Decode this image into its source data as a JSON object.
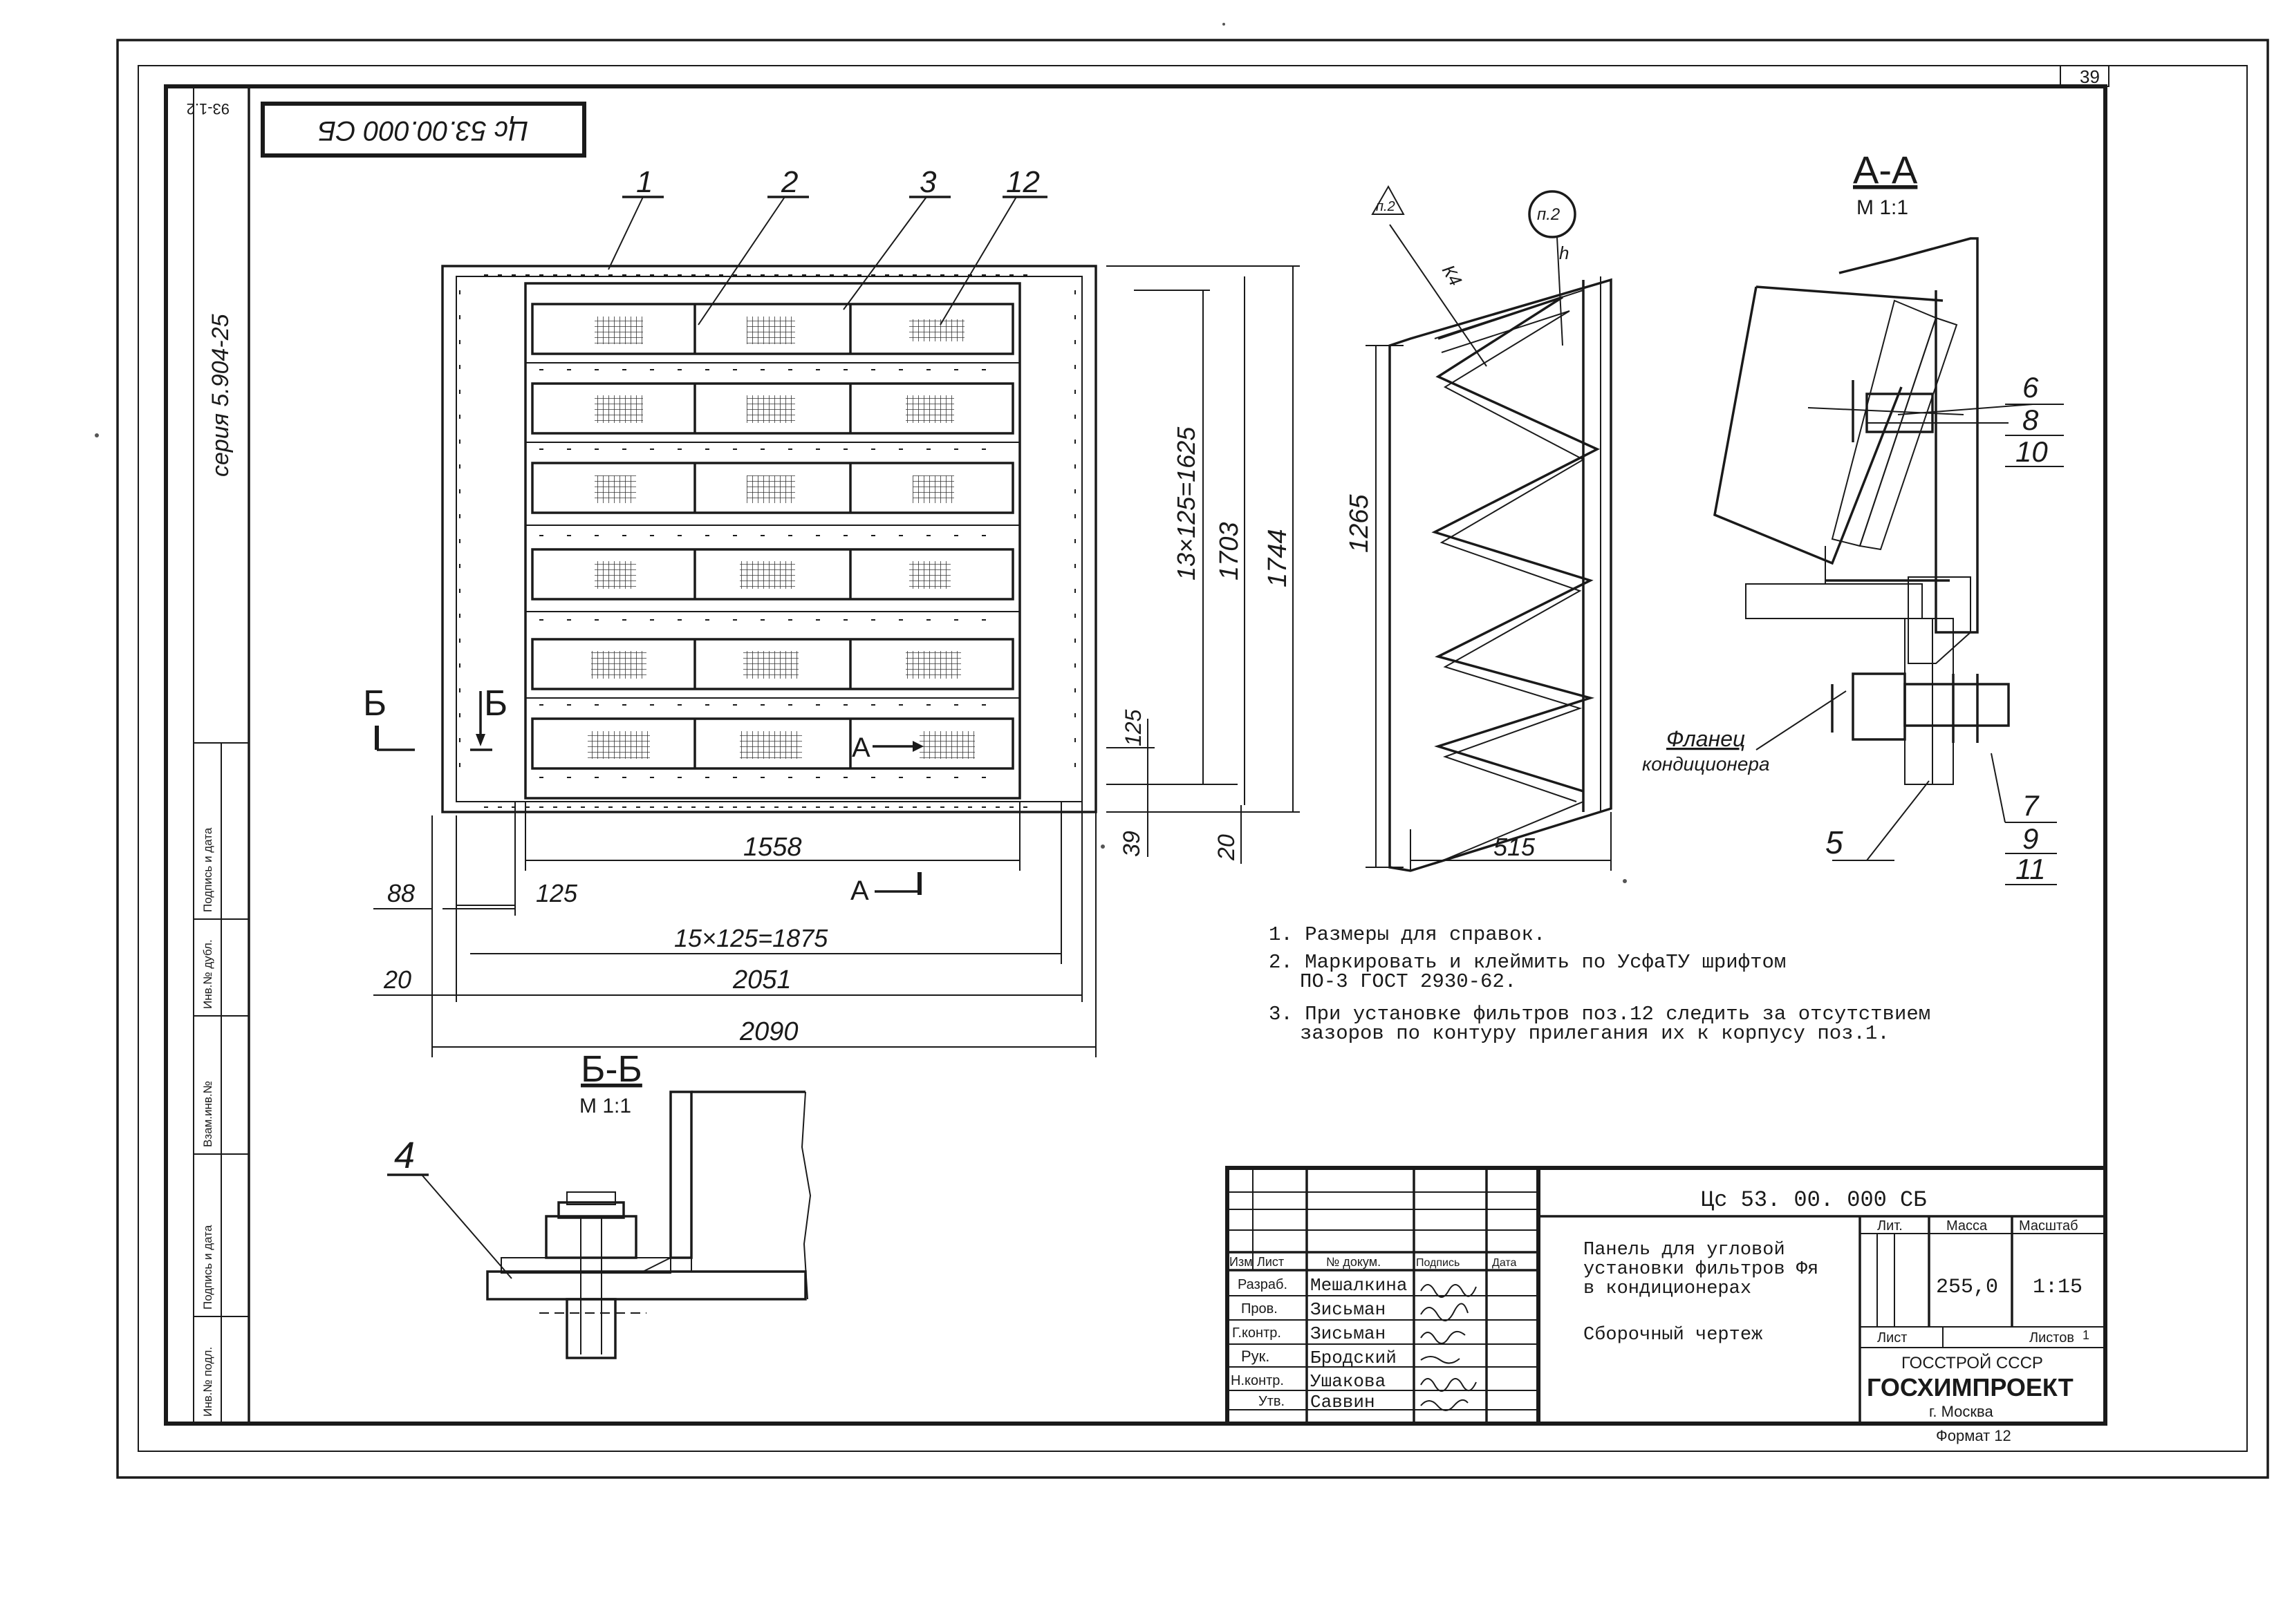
{
  "stamp_vertical": {
    "designation_mirrored": "Цс 53.00.000 СБ",
    "series": "серия 5.904-25",
    "corner_code": "93-1.2",
    "sheet_corner_number": "39"
  },
  "side_column": {
    "labels": [
      "Подпись и дата",
      "Инв.№ дубл.",
      "Взам.инв.№",
      "Подпись и дата",
      "Инв.№ подл."
    ]
  },
  "main_view": {
    "position_labels": [
      "1",
      "2",
      "3",
      "12"
    ],
    "section_mark": "Б",
    "section_mark_a": "А",
    "dims": {
      "inner_width": "1558",
      "pitch_left": "125",
      "offset_left": "88",
      "pitch_chain": "15×125=1875",
      "width_2051": "2051",
      "offset_20_left": "20",
      "width_total": "2090",
      "vert_chain": "13×125=1625",
      "height_1703": "1703",
      "height_1744": "1744",
      "pitch_125_v": "125",
      "bottom_39": "39",
      "bottom_20": "20"
    }
  },
  "side_view": {
    "weld_symbol": "п.2",
    "weld_circle": "п.2",
    "weld_k": "К4",
    "weld_h": "h",
    "height": "1265",
    "depth": "515"
  },
  "section_aa": {
    "title": "А-А",
    "scale": "М 1:1",
    "callouts_top": [
      "6",
      "8",
      "10"
    ],
    "callouts_bottom": [
      "7",
      "9",
      "11"
    ],
    "callout_5": "5",
    "flange_label": "Фланец",
    "flange_sub": "кондиционера"
  },
  "section_bb": {
    "title": "Б-Б",
    "scale": "М 1:1",
    "callout": "4"
  },
  "notes": [
    "1. Размеры для справок.",
    "2. Маркировать и клеймить по УсфаТУ шрифтом",
    "ПО-3 ГОСТ 2930-62.",
    "3. При установке фильтров поз.12 следить за отсутствием",
    "зазоров по контуру прилегания их к корпусу поз.1."
  ],
  "title_block": {
    "designation": "Цс 53. 00. 000 СБ",
    "name_lines": [
      "Панель для угловой",
      "установки фильтров Фя",
      "в кондиционерах"
    ],
    "doc_type": "Сборочный чертеж",
    "col_headers": [
      "Изм",
      "Лист",
      "№ докум.",
      "Подпись",
      "Дата"
    ],
    "rows": [
      {
        "role": "Разраб.",
        "name": "Мешалкина"
      },
      {
        "role": "Пров.",
        "name": "Зисьман"
      },
      {
        "role": "Г.контр.",
        "name": "Зисьман"
      },
      {
        "role": "Рук.",
        "name": "Бродский"
      },
      {
        "role": "Н.контр.",
        "name": "Ушакова"
      },
      {
        "role": "Утв.",
        "name": "Саввин"
      }
    ],
    "lit_label": "Лит.",
    "mass_label": "Масса",
    "scale_label": "Масштаб",
    "mass": "255,0",
    "scale": "1:15",
    "sheet_label": "Лист",
    "sheets_label": "Листов",
    "sheets_value": "1",
    "org1": "ГОССТРОЙ СССР",
    "org2": "ГОСХИМПРОЕКТ",
    "org3": "г. Москва",
    "format": "Формат 12"
  }
}
